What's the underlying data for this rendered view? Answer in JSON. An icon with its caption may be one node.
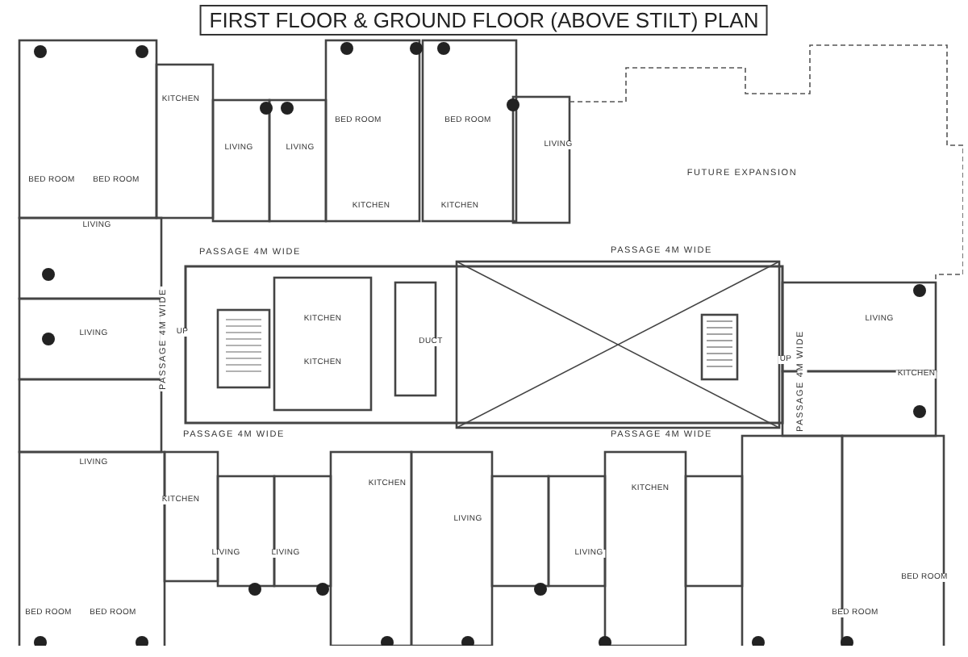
{
  "diagram": {
    "title": "FIRST FLOOR & GROUND FLOOR (ABOVE STILT) PLAN",
    "labels": [
      "BED ROOM",
      "BED ROOM",
      "KITCHEN",
      "LIVING",
      "LIVING",
      "BED ROOM",
      "BED ROOM",
      "LIVING",
      "FUTURE EXPANSION",
      "PASSAGE 4M WIDE",
      "PASSAGE 4M WIDE",
      "LIVING",
      "KITCHEN",
      "KITCHEN",
      "KITCHEN",
      "KITCHEN",
      "DUCT",
      "LIVING",
      "PASSAGE 4M WIDE",
      "UP",
      "UP",
      "PASSAGE 4M WIDE",
      "LIVING",
      "KITCHEN",
      "PASSAGE 4M WIDE",
      "PASSAGE 4M WIDE",
      "LIVING",
      "LIVING",
      "KITCHEN",
      "KITCHEN",
      "LIVING",
      "LIVING",
      "LIVING",
      "KITCHEN",
      "BED ROOM",
      "BED ROOM",
      "BED ROOM",
      "BED ROOM"
    ]
  }
}
